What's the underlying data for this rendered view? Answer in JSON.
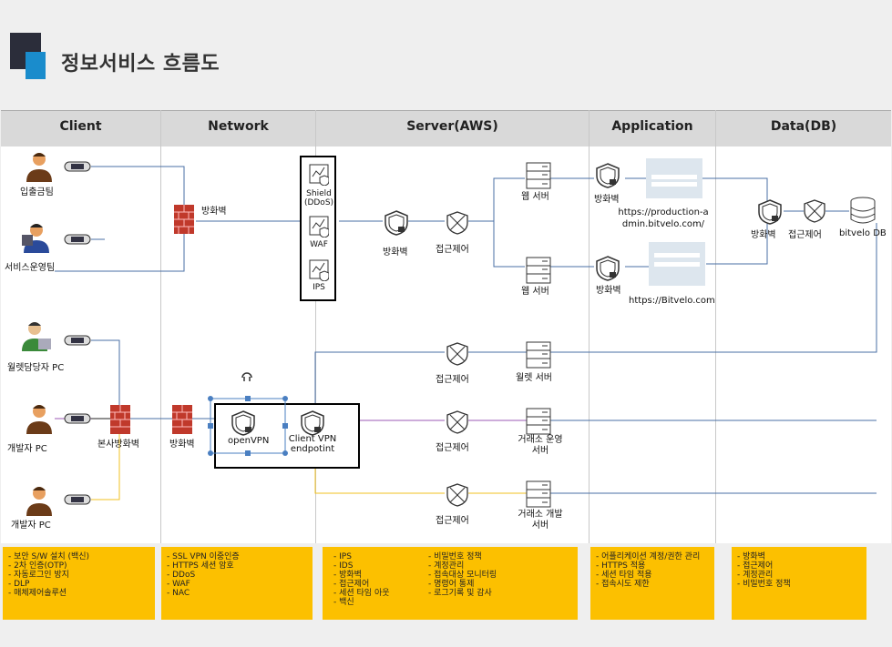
{
  "title": "정보서비스 흐름도",
  "columns": [
    "Client",
    "Network",
    "Server(AWS)",
    "Application",
    "Data(DB)"
  ],
  "labels": {
    "deposit_team": "입출금팀",
    "service_ops_team": "서비스운영팀",
    "wallet_pc": "월렛담당자 PC",
    "dev_pc1": "개발자 PC",
    "dev_pc2": "개발자 PC",
    "hq_firewall": "본사방화벽",
    "net_firewall_top": "방화벽",
    "net_firewall_bottom": "방화벽",
    "shield": "Shield\n(DDoS)",
    "waf": "WAF",
    "ips": "IPS",
    "srv_firewall": "방화벽",
    "srv_access": "접근제어",
    "web_server1": "웹 서버",
    "web_server2": "웹 서버",
    "app_fw1": "방화벽",
    "app_fw2": "방화벽",
    "admin_url": "https://production-admin.bitvelo.com/",
    "site_url": "https://Bitvelo.com",
    "db_fw": "방화벽",
    "db_access": "접근제어",
    "db_name": "bitvelo DB",
    "openvpn": "openVPN",
    "client_vpn": "Client VPN endpotint",
    "access1": "접근제어",
    "access2": "접근제어",
    "access3": "접근제어",
    "wallet_server": "월렛 서버",
    "exchange_ops": "거래소 운영 서버",
    "exchange_dev": "거래소 개발 서버"
  },
  "notes": {
    "client": [
      "- 보안 S/W 설치 (백신)",
      "- 2차 인증(OTP)",
      "- 자동로그인 방지",
      "- DLP",
      "- 매체제어솔루션"
    ],
    "network": [
      "- SSL VPN 이중인증",
      "- HTTPS 세션 암호",
      "- DDoS",
      "- WAF",
      "- NAC"
    ],
    "server_a": [
      "- IPS",
      "- IDS",
      "- 방화벽",
      "- 접근제어",
      "- 세션 타임 아웃",
      "- 백신"
    ],
    "server_b": [
      "- 비밀번호 정책",
      "- 계정관리",
      "- 접속대상 모니터링",
      "- 명령어 통제",
      "- 로그기록 및 감사"
    ],
    "application": [
      "- 어플리케이션 계정/권한 관리",
      "- HTTPS 적용",
      "- 세션 타임 적용",
      "- 접속시도 제한"
    ],
    "data": [
      "- 방화벽",
      "- 접근제어",
      "- 계정관리",
      "- 비밀번호 정책"
    ]
  },
  "colors": {
    "accent": "#1a8ccc",
    "dark": "#2b2d3a",
    "note": "#fcc000",
    "line_blue": "#4a6fa5",
    "line_purple": "#9b59b6",
    "line_yellow": "#f0c020"
  }
}
